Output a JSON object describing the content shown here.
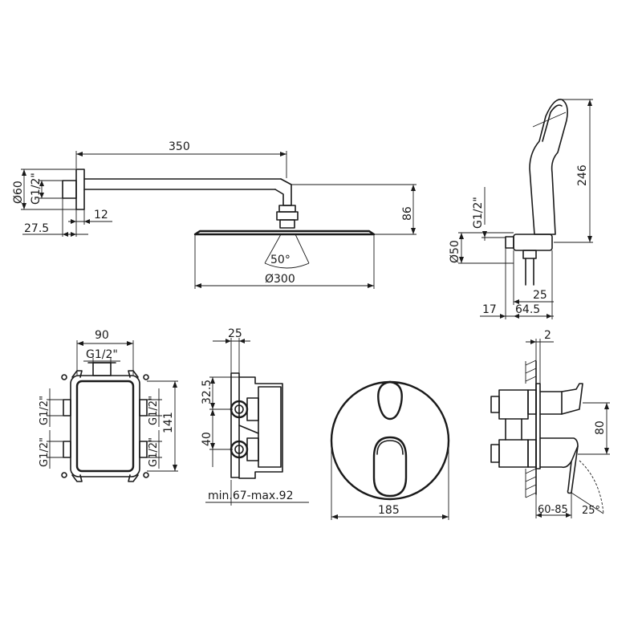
{
  "shower_arm": {
    "length": "350",
    "rose_diameter": "Ø60",
    "thread": "G1/2\"",
    "rose_depth": "12",
    "offset": "27.5"
  },
  "head_shower": {
    "height": "86",
    "spray_angle": "50°",
    "diameter": "Ø300"
  },
  "hand_shower": {
    "thread": "G1/2\"",
    "outlet_diameter": "Ø50",
    "length": "246",
    "depth_a": "25",
    "depth_b": "17",
    "depth_c": "64.5"
  },
  "concealed_box_front": {
    "width": "90",
    "top_thread": "G1/2\"",
    "height": "141",
    "left_threads": [
      "G1/2\"",
      "G1/2\""
    ],
    "right_threads": [
      "G1/2\"",
      "G1/2\""
    ]
  },
  "concealed_box_side": {
    "top_depth": "25",
    "spacing_a": "32.5",
    "spacing_b": "40",
    "install_depth": "min.67-max.92"
  },
  "cover_plate": {
    "diameter": "185"
  },
  "mixer_side": {
    "plate_thickness": "2",
    "height": "80",
    "projection": "60-85",
    "lever_angle": "25°"
  }
}
